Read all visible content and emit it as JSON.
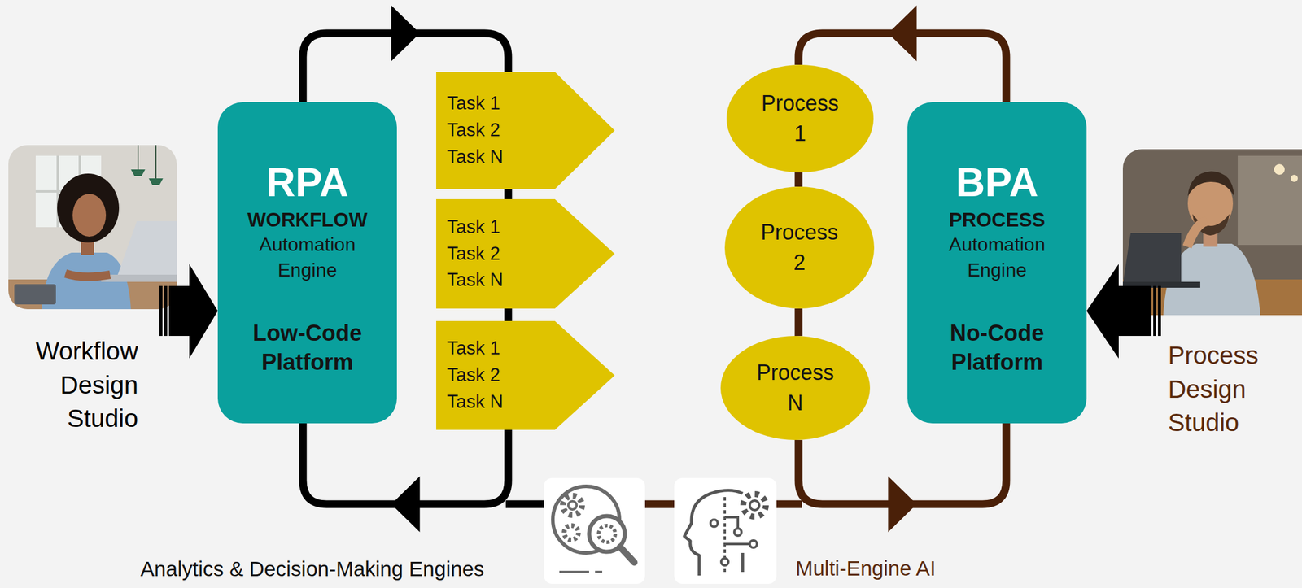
{
  "diagram": {
    "nodes": [
      {
        "text": [
          "RPA",
          "WORKFLOW",
          "Automation Engine",
          "Low-Code Platform"
        ]
      },
      {
        "text": [
          "Task 1",
          "Task 2",
          "Task N"
        ]
      },
      {
        "text": [
          "Task 1",
          "Task 2",
          "Task N"
        ]
      },
      {
        "text": [
          "Task 1",
          "Task 2",
          "Task N"
        ]
      },
      {
        "text": [
          "Process 1"
        ]
      },
      {
        "text": [
          "Process 2"
        ]
      },
      {
        "text": [
          "Process N"
        ]
      },
      {
        "text": [
          "BPA",
          "PROCESS",
          "Automation Engine",
          "No-Code Platform"
        ]
      }
    ],
    "edges": [
      {
        "from": 0,
        "to": 1,
        "arrow": "to"
      },
      {
        "from": 1,
        "to": 2,
        "arrow": "none"
      },
      {
        "from": 2,
        "to": 3,
        "arrow": "none"
      },
      {
        "from": 3,
        "to": 0,
        "arrow": "to"
      },
      {
        "from": 7,
        "to": 4,
        "arrow": "to"
      },
      {
        "from": 4,
        "to": 5,
        "arrow": "none"
      },
      {
        "from": 5,
        "to": 6,
        "arrow": "none"
      },
      {
        "from": 6,
        "to": 7,
        "arrow": "to"
      }
    ],
    "labels": [
      "Workflow Design Studio",
      "Process Design Studio",
      "Analytics & Decision-Making Engines",
      "Multi-Engine AI"
    ]
  }
}
